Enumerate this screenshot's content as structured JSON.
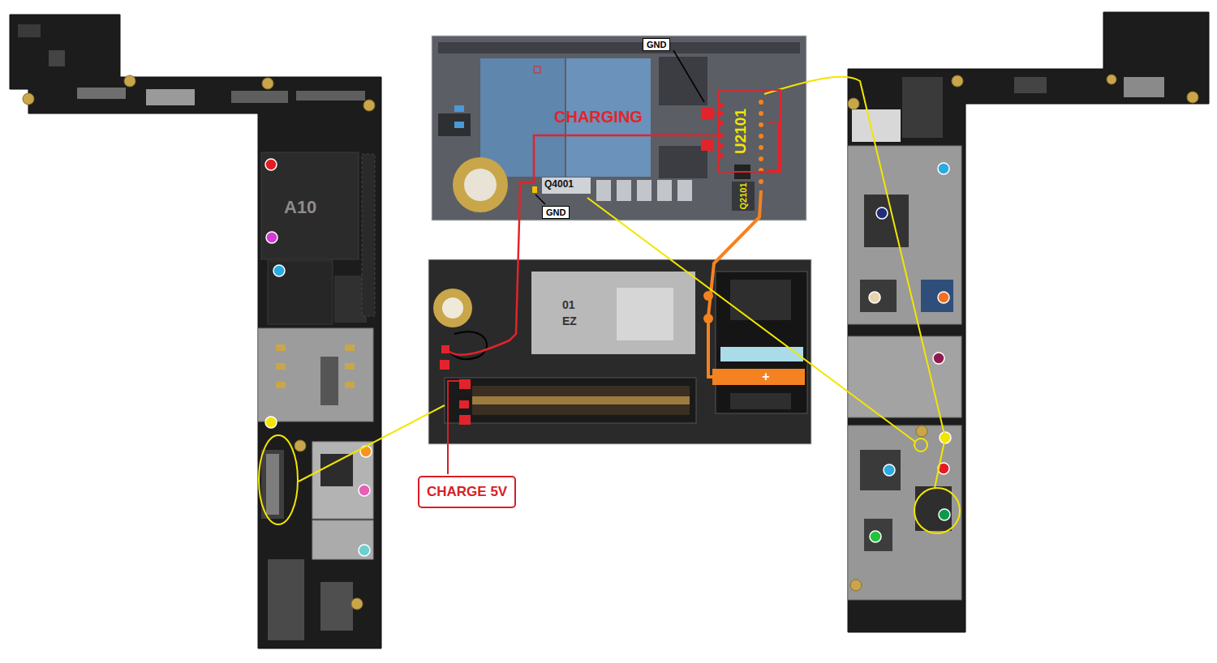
{
  "diagram": {
    "nodes": [
      {
        "text": [
          "GND"
        ]
      },
      {
        "text": [
          "U2101"
        ]
      },
      {
        "text": [
          "GND"
        ]
      },
      {
        "text": [
          "CHARGE 5V"
        ]
      }
    ],
    "labels": [
      "A10",
      "CHARGING",
      "Q4001",
      "Q2101",
      "01",
      "EZ",
      "+"
    ]
  }
}
